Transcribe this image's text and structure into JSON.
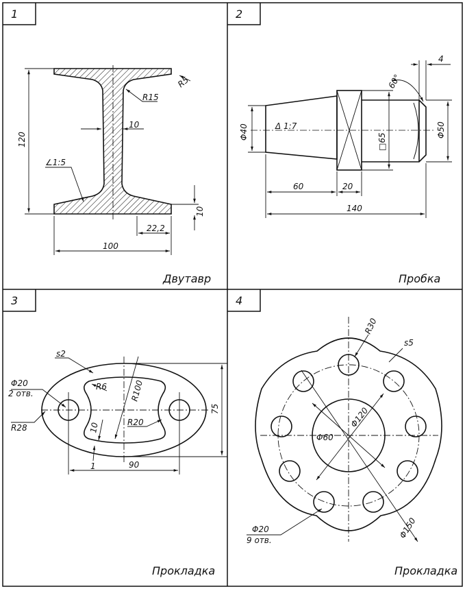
{
  "panels": [
    {
      "number": "1",
      "title": "Двутавр"
    },
    {
      "number": "2",
      "title": "Пробка"
    },
    {
      "number": "3",
      "title": "Прокладка"
    },
    {
      "number": "4",
      "title": "Прокладка"
    }
  ],
  "beam": {
    "r5": "R5",
    "r15": "R15",
    "web": "10",
    "height": "120",
    "taper": "∠1:5",
    "flange_thk": "10",
    "flange_dim": "22,2",
    "width": "100"
  },
  "plug": {
    "top": "4",
    "angle": "60°",
    "dia40": "Φ40",
    "taper": "Δ 1:7",
    "square": "□65",
    "dia50": "Φ50",
    "len60": "60",
    "len20": "20",
    "len140": "140"
  },
  "gasket1": {
    "s": "s2",
    "hole_dia": "Φ20",
    "hole_cnt": "2 отв.",
    "r28": "R28",
    "r6": "R6",
    "r100": "R100",
    "r20": "R20",
    "ten": "10",
    "one": "1",
    "ninety": "90",
    "h75": "75"
  },
  "gasket2": {
    "r30": "R30",
    "s": "s5",
    "d60": "Φ60",
    "d120": "Φ120",
    "d150": "Φ150",
    "hole_dia": "Φ20",
    "hole_cnt": "9 отв."
  }
}
